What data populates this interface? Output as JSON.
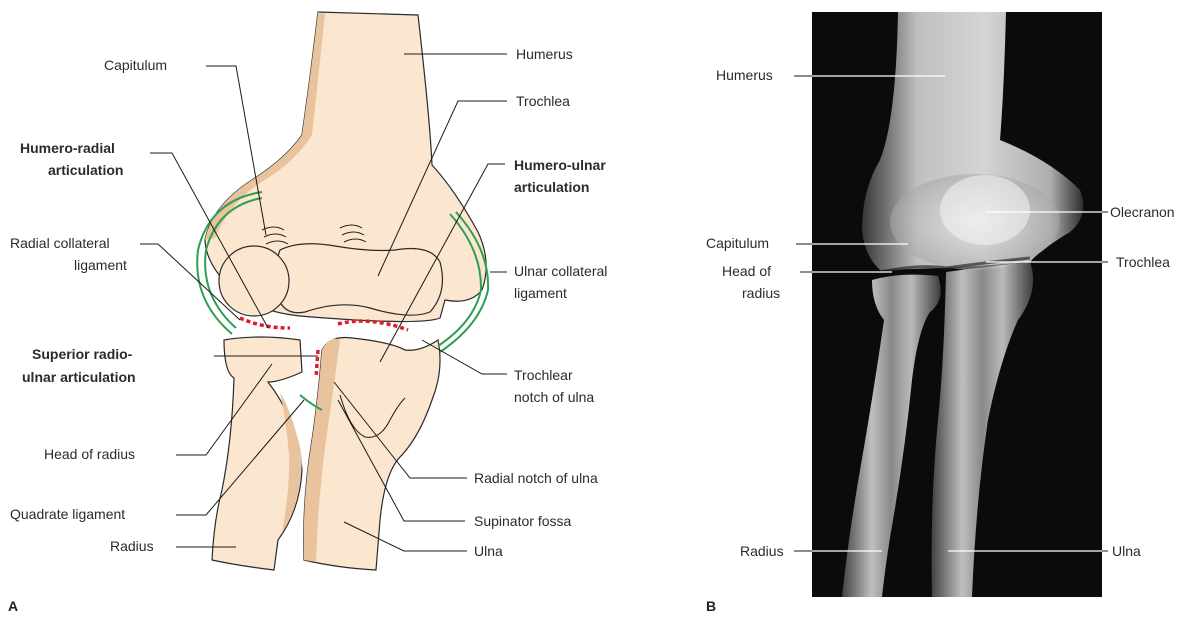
{
  "panel_a": {
    "letter": "A",
    "labels": {
      "humerus": "Humerus",
      "capitulum": "Capitulum",
      "trochlea": "Trochlea",
      "humero_radial_1": "Humero-radial",
      "humero_radial_2": "articulation",
      "humero_ulnar_1": "Humero-ulnar",
      "humero_ulnar_2": "articulation",
      "radial_collateral_1": "Radial collateral",
      "radial_collateral_2": "ligament",
      "ulnar_collateral_1": "Ulnar collateral",
      "ulnar_collateral_2": "ligament",
      "superior_radioulnar_1": "Superior radio-",
      "superior_radioulnar_2": "ulnar articulation",
      "trochlear_notch_1": "Trochlear",
      "trochlear_notch_2": "notch of ulna",
      "head_of_radius": "Head of radius",
      "radial_notch": "Radial notch of ulna",
      "quadrate_ligament": "Quadrate ligament",
      "supinator_fossa": "Supinator fossa",
      "radius": "Radius",
      "ulna": "Ulna"
    },
    "colors": {
      "bone_fill": "#fbe6cf",
      "bone_shade": "#e8c39e",
      "ligament": "#2f9e55",
      "joint_line": "#e21b2a"
    }
  },
  "panel_b": {
    "letter": "B",
    "labels": {
      "humerus": "Humerus",
      "olecranon": "Olecranon",
      "capitulum": "Capitulum",
      "trochlea": "Trochlea",
      "head_of_radius_1": "Head of",
      "head_of_radius_2": "radius",
      "radius": "Radius",
      "ulna": "Ulna"
    },
    "colors": {
      "xray_background": "#0b0b0b",
      "xray_bone": "#d6d6d6"
    }
  }
}
